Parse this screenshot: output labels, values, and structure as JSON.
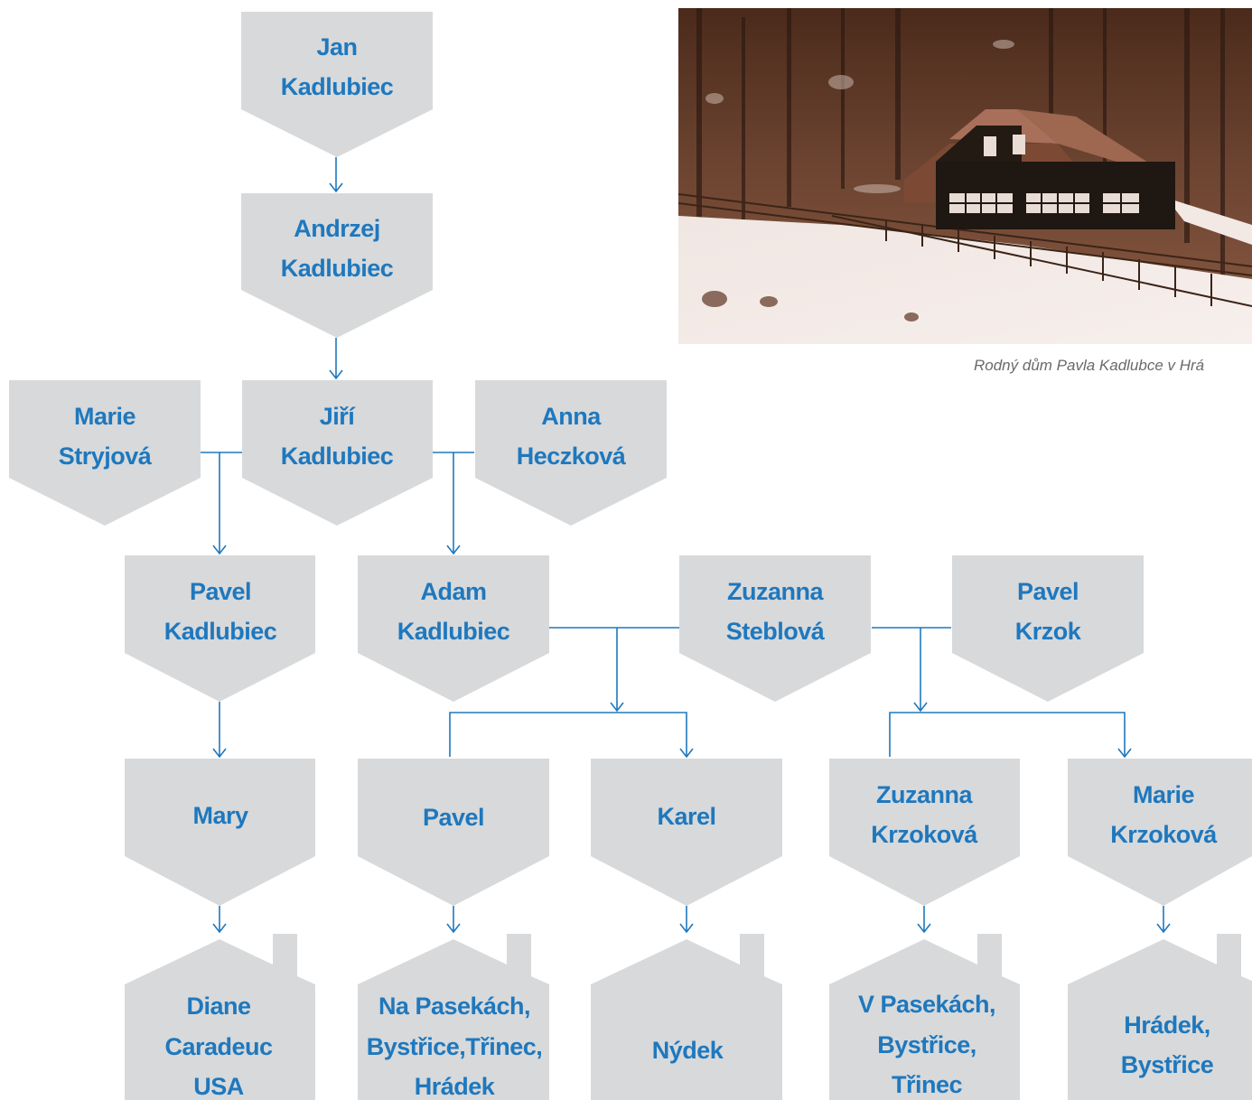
{
  "photo": {
    "caption": "Rodný dům Pavla Kadlubce v Hrá"
  },
  "people": {
    "jan": [
      "Jan",
      "Kadlubiec"
    ],
    "andrzej": [
      "Andrzej",
      "Kadlubiec"
    ],
    "marie_s": [
      "Marie",
      "Stryjová"
    ],
    "jiri": [
      "Jiří",
      "Kadlubiec"
    ],
    "anna": [
      "Anna",
      "Heczková"
    ],
    "pavel_k": [
      "Pavel",
      "Kadlubiec"
    ],
    "adam": [
      "Adam",
      "Kadlubiec"
    ],
    "zuzanna_s": [
      "Zuzanna",
      "Steblová"
    ],
    "pavel_kr": [
      "Pavel",
      "Krzok"
    ],
    "mary": [
      "Mary"
    ],
    "pavel": [
      "Pavel"
    ],
    "karel": [
      "Karel"
    ],
    "zuzanna_k": [
      "Zuzanna",
      "Krzoková"
    ],
    "marie_k": [
      "Marie",
      "Krzoková"
    ]
  },
  "houses": {
    "diane": [
      "Diane",
      "Caradeuc",
      "USA"
    ],
    "napasekach": [
      "Na Pasekách,",
      "Bystřice,Třinec,",
      "Hrádek"
    ],
    "nydek": [
      "Nýdek"
    ],
    "vpasekach": [
      "V Pasekách,",
      "Bystřice,",
      "Třinec"
    ],
    "hradek": [
      "Hrádek,",
      "Bystřice"
    ]
  },
  "colors": {
    "node_fill": "#d8d9da",
    "text": "#1e78be",
    "connector": "#1e78be"
  }
}
